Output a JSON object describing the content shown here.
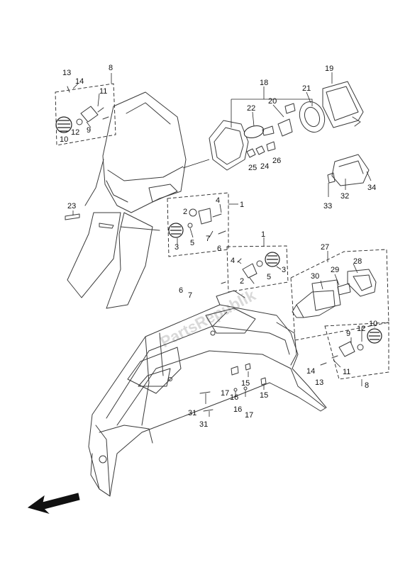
{
  "watermark": "PartsRepublik",
  "labels": {
    "l1a": "1",
    "l1b": "1",
    "l2a": "2",
    "l2b": "2",
    "l3a": "3",
    "l3b": "3",
    "l4a": "4",
    "l4b": "4",
    "l5a": "5",
    "l5b": "5",
    "l6a": "6",
    "l6b": "6",
    "l7a": "7",
    "l7b": "7",
    "l8a": "8",
    "l8b": "8",
    "l9a": "9",
    "l9b": "9",
    "l10a": "10",
    "l10b": "10",
    "l11a": "11",
    "l11b": "11",
    "l12a": "12",
    "l12b": "12",
    "l13a": "13",
    "l13b": "13",
    "l14a": "14",
    "l14b": "14",
    "l15a": "15",
    "l15b": "15",
    "l16a": "16",
    "l16b": "16",
    "l17a": "17",
    "l17b": "17",
    "l18": "18",
    "l19": "19",
    "l20": "20",
    "l21": "21",
    "l22": "22",
    "l23": "23",
    "l24": "24",
    "l25": "25",
    "l26": "26",
    "l27": "27",
    "l28": "28",
    "l29": "29",
    "l30": "30",
    "l31a": "31",
    "l31b": "31",
    "l32": "32",
    "l33": "33",
    "l34": "34"
  },
  "icons": {
    "direction_arrow": "front-direction-arrow-icon"
  }
}
